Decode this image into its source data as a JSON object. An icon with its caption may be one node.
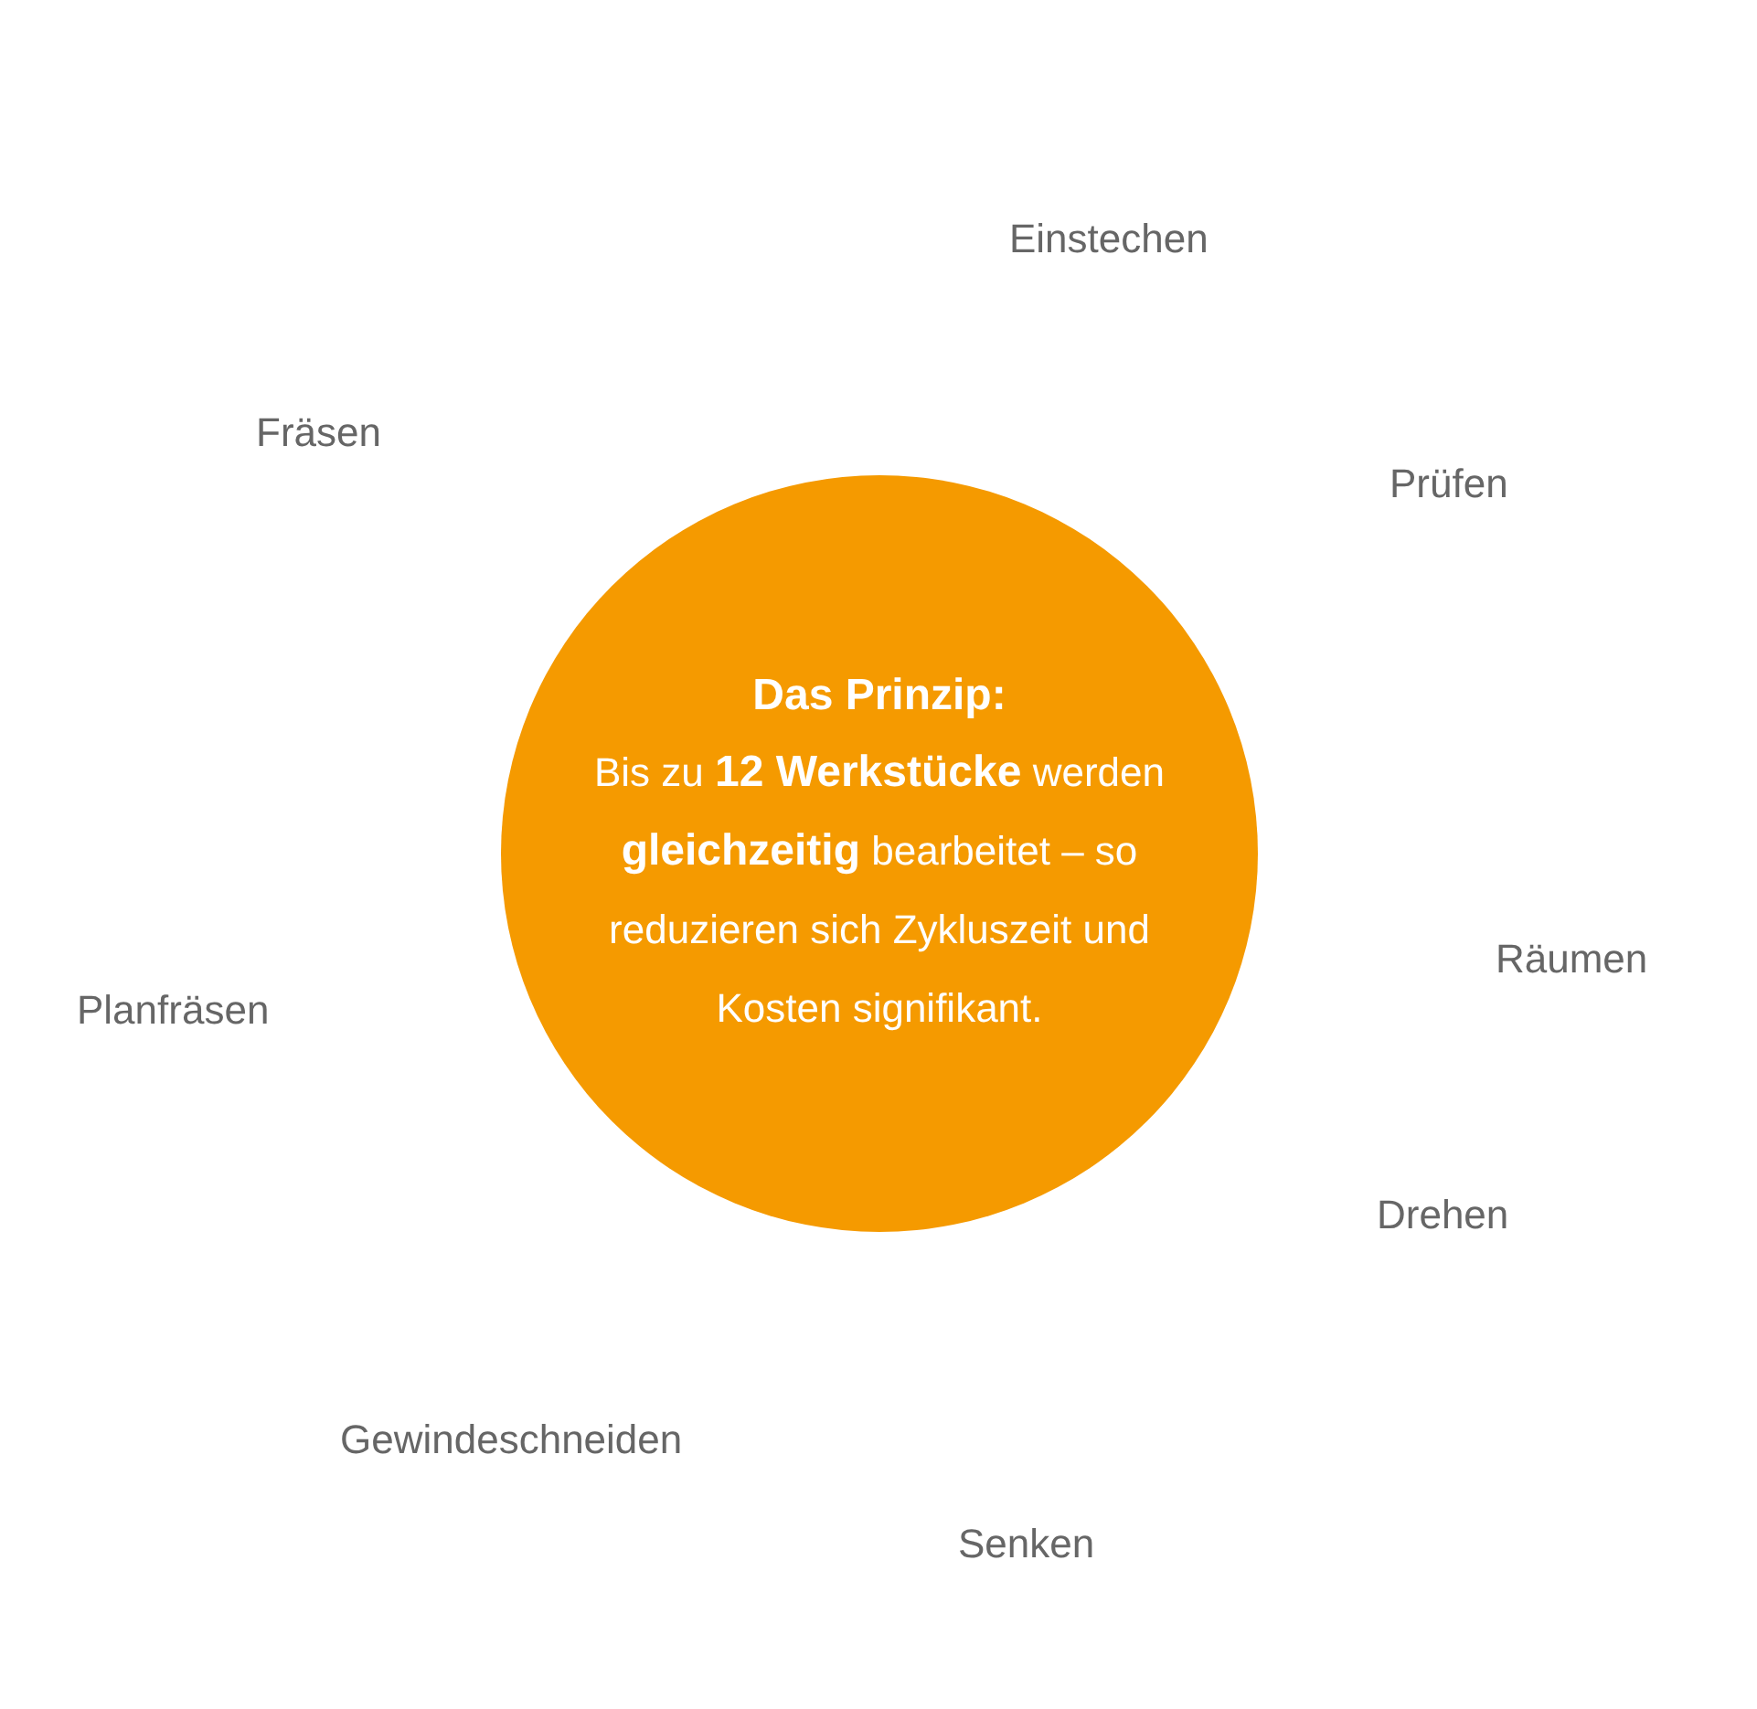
{
  "diagram": {
    "nodes": [
      {
        "text": [
          "Das Prinzip:",
          "Bis zu **12 Werkstücke** werden **gleichzeitig** bearbeitet – so reduzieren sich Zykluszeit und Kosten signifikant."
        ]
      }
    ],
    "labels": [
      "Einstechen",
      "Fräsen",
      "Prüfen",
      "Räumen",
      "Planfräsen",
      "Drehen",
      "Gewindeschneiden",
      "Senken"
    ]
  }
}
